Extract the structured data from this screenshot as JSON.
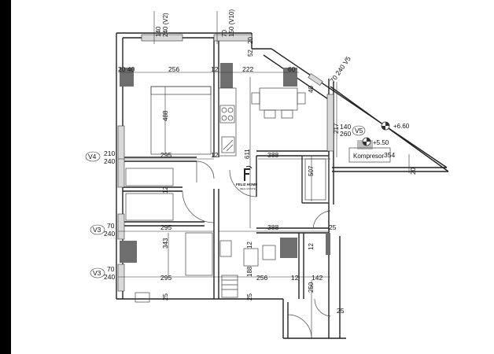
{
  "labels": {
    "top_v2_a": "140",
    "top_v2_b": "240 (V2)",
    "top_v10_a": "70",
    "top_v10_b": "150 (V10)",
    "dim_52": "52",
    "dim_20_top": "20",
    "dim_20_40": "20 40",
    "dim_256": "256",
    "dim_12": "12",
    "dim_222": "222",
    "dim_60": "60",
    "dim_488": "488",
    "dim_611": "611",
    "dim_40": "40",
    "dim_295": "295",
    "dim_388": "388",
    "dim_507": "507",
    "dim_25": "25",
    "dim_343": "343",
    "dim_188": "188",
    "dim_142": "142",
    "dim_250": "250",
    "dim_217": "217",
    "dim_354": "354",
    "dim_20": "20",
    "v4": "V4",
    "v4_a": "210",
    "v4_b": "240",
    "v3": "V3",
    "v3_a": "70",
    "v3_b": "240",
    "v5": "V5",
    "v5_a": "140",
    "v5_b": "260",
    "diag_70_240_v5": "70 240 V5",
    "level_a": "+6.60",
    "level_b": "+5.50",
    "compressor": "Kompresor"
  },
  "logo": {
    "name": "FELIZ HOME",
    "tagline": "REAL ESTATE"
  },
  "colors": {
    "background": "#ffffff",
    "lines": "#222222",
    "columns": "#6e6e6e"
  }
}
